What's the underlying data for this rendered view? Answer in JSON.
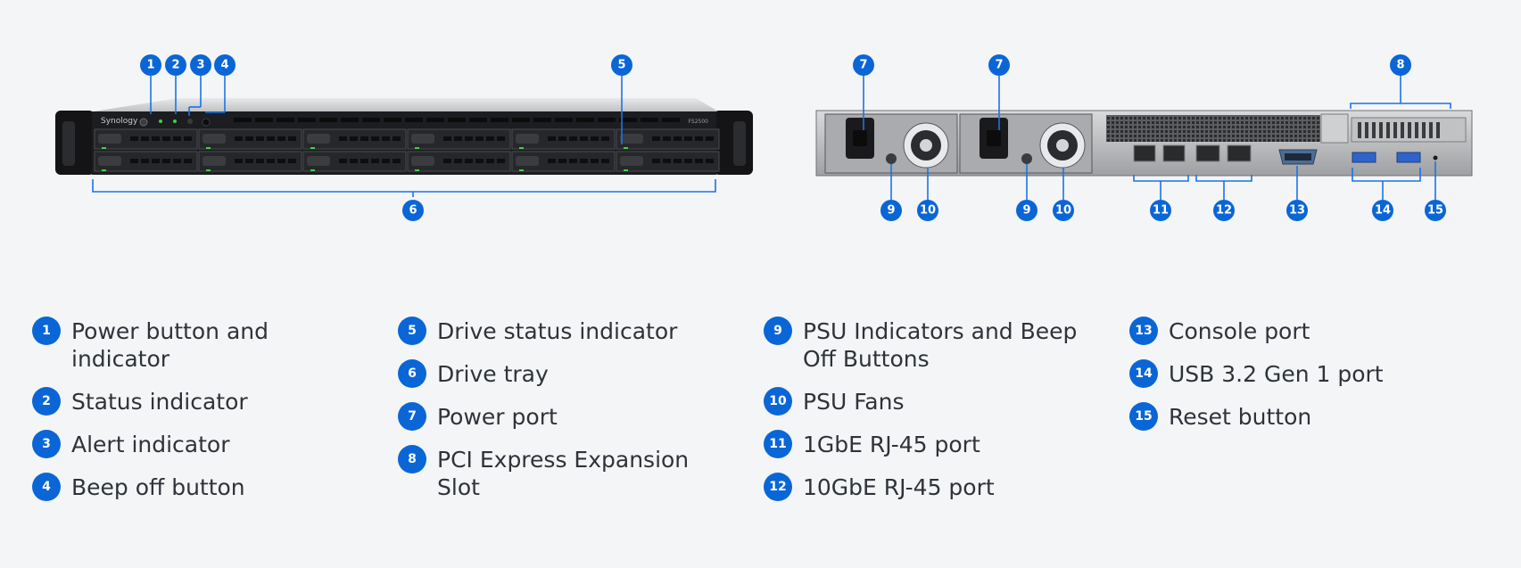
{
  "device": {
    "brand": "Synology",
    "model": "FS2500"
  },
  "callouts_front": [
    "1",
    "2",
    "3",
    "4",
    "5",
    "6"
  ],
  "callouts_rear": [
    "7",
    "7",
    "8",
    "9",
    "10",
    "9",
    "10",
    "11",
    "12",
    "13",
    "14",
    "15"
  ],
  "legend": [
    [
      {
        "num": "1",
        "label": "Power button and indicator"
      },
      {
        "num": "2",
        "label": "Status indicator"
      },
      {
        "num": "3",
        "label": "Alert indicator"
      },
      {
        "num": "4",
        "label": "Beep off button"
      }
    ],
    [
      {
        "num": "5",
        "label": "Drive status indicator"
      },
      {
        "num": "6",
        "label": "Drive tray"
      },
      {
        "num": "7",
        "label": "Power port"
      },
      {
        "num": "8",
        "label": "PCI Express Expansion Slot"
      }
    ],
    [
      {
        "num": "9",
        "label": "PSU Indicators and Beep Off Buttons"
      },
      {
        "num": "10",
        "label": "PSU Fans"
      },
      {
        "num": "11",
        "label": "1GbE RJ-45 port"
      },
      {
        "num": "12",
        "label": "10GbE RJ-45 port"
      }
    ],
    [
      {
        "num": "13",
        "label": "Console port"
      },
      {
        "num": "14",
        "label": "USB 3.2 Gen 1 port"
      },
      {
        "num": "15",
        "label": "Reset button"
      }
    ]
  ],
  "colors": {
    "accent": "#0a66d6",
    "chassis": "#1c1d20",
    "background": "#f4f5f7"
  }
}
